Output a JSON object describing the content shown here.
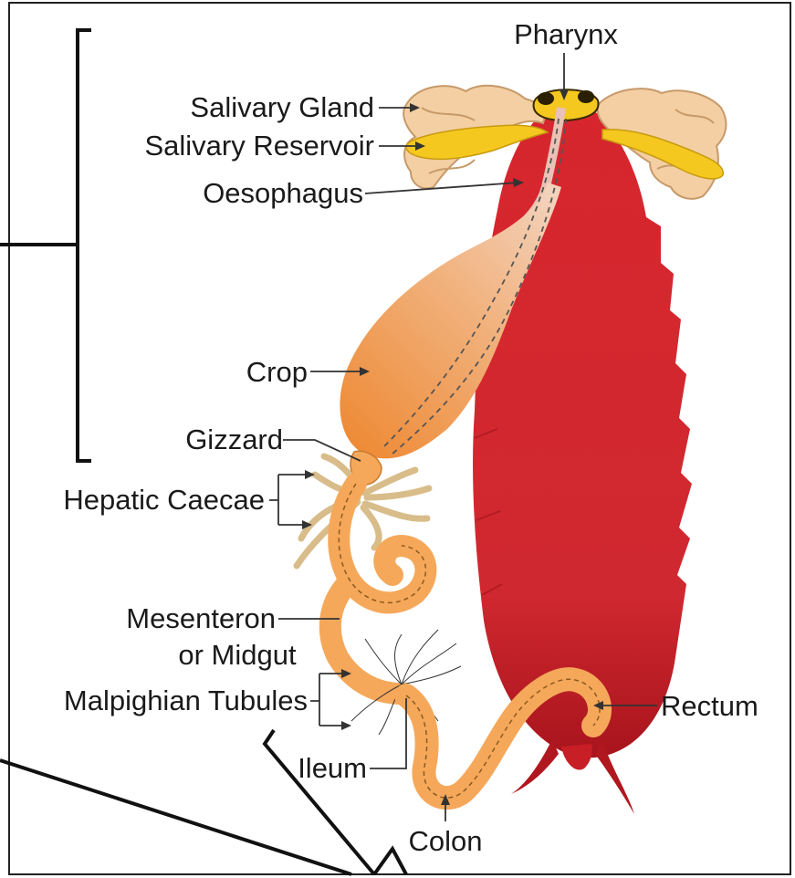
{
  "diagram": {
    "labels": {
      "pharynx": "Pharynx",
      "salivary_gland": "Salivary Gland",
      "salivary_reservoir": "Salivary Reservoir",
      "oesophagus": "Oesophagus",
      "crop": "Crop",
      "gizzard": "Gizzard",
      "hepatic_caecae": "Hepatic Caecae",
      "mesenteron_line1": "Mesenteron",
      "mesenteron_line2": "or Midgut",
      "malpighian_tubules": "Malpighian Tubules",
      "ileum": "Ileum",
      "colon": "Colon",
      "rectum": "Rectum"
    },
    "colors": {
      "body": "#d42a30",
      "body_dark": "#a8141c",
      "gut": "#f5a85a",
      "crop_top": "#f2c6a6",
      "crop_bottom": "#ef8e3a",
      "gland": "#f3cfa3",
      "reservoir": "#f4c81e",
      "line": "#333333"
    }
  }
}
